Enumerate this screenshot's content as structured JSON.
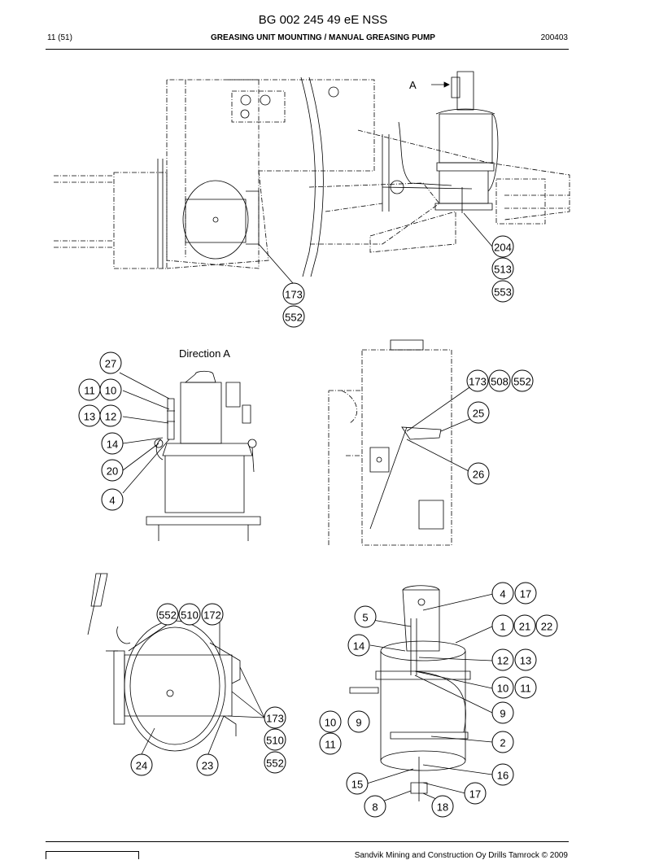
{
  "header": {
    "doc_title": "BG 002 245 49 eE NSS",
    "page_ref": "11 (51)",
    "section_title": "GREASING UNIT MOUNTING / MANUAL GREASING PUMP",
    "doc_date": "200403"
  },
  "views": {
    "view_marker": "A",
    "direction_label": "Direction A"
  },
  "callouts": [
    {
      "id": "c204",
      "label": "204"
    },
    {
      "id": "c513",
      "label": "513"
    },
    {
      "id": "c553",
      "label": "553"
    },
    {
      "id": "c173a",
      "label": "173"
    },
    {
      "id": "c552a",
      "label": "552"
    },
    {
      "id": "c27",
      "label": "27"
    },
    {
      "id": "c11a",
      "label": "11"
    },
    {
      "id": "c10a",
      "label": "10"
    },
    {
      "id": "c13a",
      "label": "13"
    },
    {
      "id": "c12a",
      "label": "12"
    },
    {
      "id": "c14a",
      "label": "14"
    },
    {
      "id": "c20",
      "label": "20"
    },
    {
      "id": "c4a",
      "label": "4"
    },
    {
      "id": "c173b",
      "label": "173"
    },
    {
      "id": "c508",
      "label": "508"
    },
    {
      "id": "c552b",
      "label": "552"
    },
    {
      "id": "c25",
      "label": "25"
    },
    {
      "id": "c26",
      "label": "26"
    },
    {
      "id": "c552c",
      "label": "552"
    },
    {
      "id": "c510a",
      "label": "510"
    },
    {
      "id": "c172",
      "label": "172"
    },
    {
      "id": "c173c",
      "label": "173"
    },
    {
      "id": "c510b",
      "label": "510"
    },
    {
      "id": "c552d",
      "label": "552"
    },
    {
      "id": "c24",
      "label": "24"
    },
    {
      "id": "c23",
      "label": "23"
    },
    {
      "id": "c4b",
      "label": "4"
    },
    {
      "id": "c17a",
      "label": "17"
    },
    {
      "id": "c5",
      "label": "5"
    },
    {
      "id": "c1",
      "label": "1"
    },
    {
      "id": "c21",
      "label": "21"
    },
    {
      "id": "c22",
      "label": "22"
    },
    {
      "id": "c14b",
      "label": "14"
    },
    {
      "id": "c12b",
      "label": "12"
    },
    {
      "id": "c13b",
      "label": "13"
    },
    {
      "id": "c10b",
      "label": "10"
    },
    {
      "id": "c11b",
      "label": "11"
    },
    {
      "id": "c9a",
      "label": "9"
    },
    {
      "id": "c10c",
      "label": "10"
    },
    {
      "id": "c9b",
      "label": "9"
    },
    {
      "id": "c11c",
      "label": "11"
    },
    {
      "id": "c2",
      "label": "2"
    },
    {
      "id": "c16",
      "label": "16"
    },
    {
      "id": "c15",
      "label": "15"
    },
    {
      "id": "c17b",
      "label": "17"
    },
    {
      "id": "c8",
      "label": "8"
    },
    {
      "id": "c18",
      "label": "18"
    }
  ],
  "footer": {
    "copyright": "Sandvik Mining and Construction Oy Drills Tamrock © 2009"
  }
}
